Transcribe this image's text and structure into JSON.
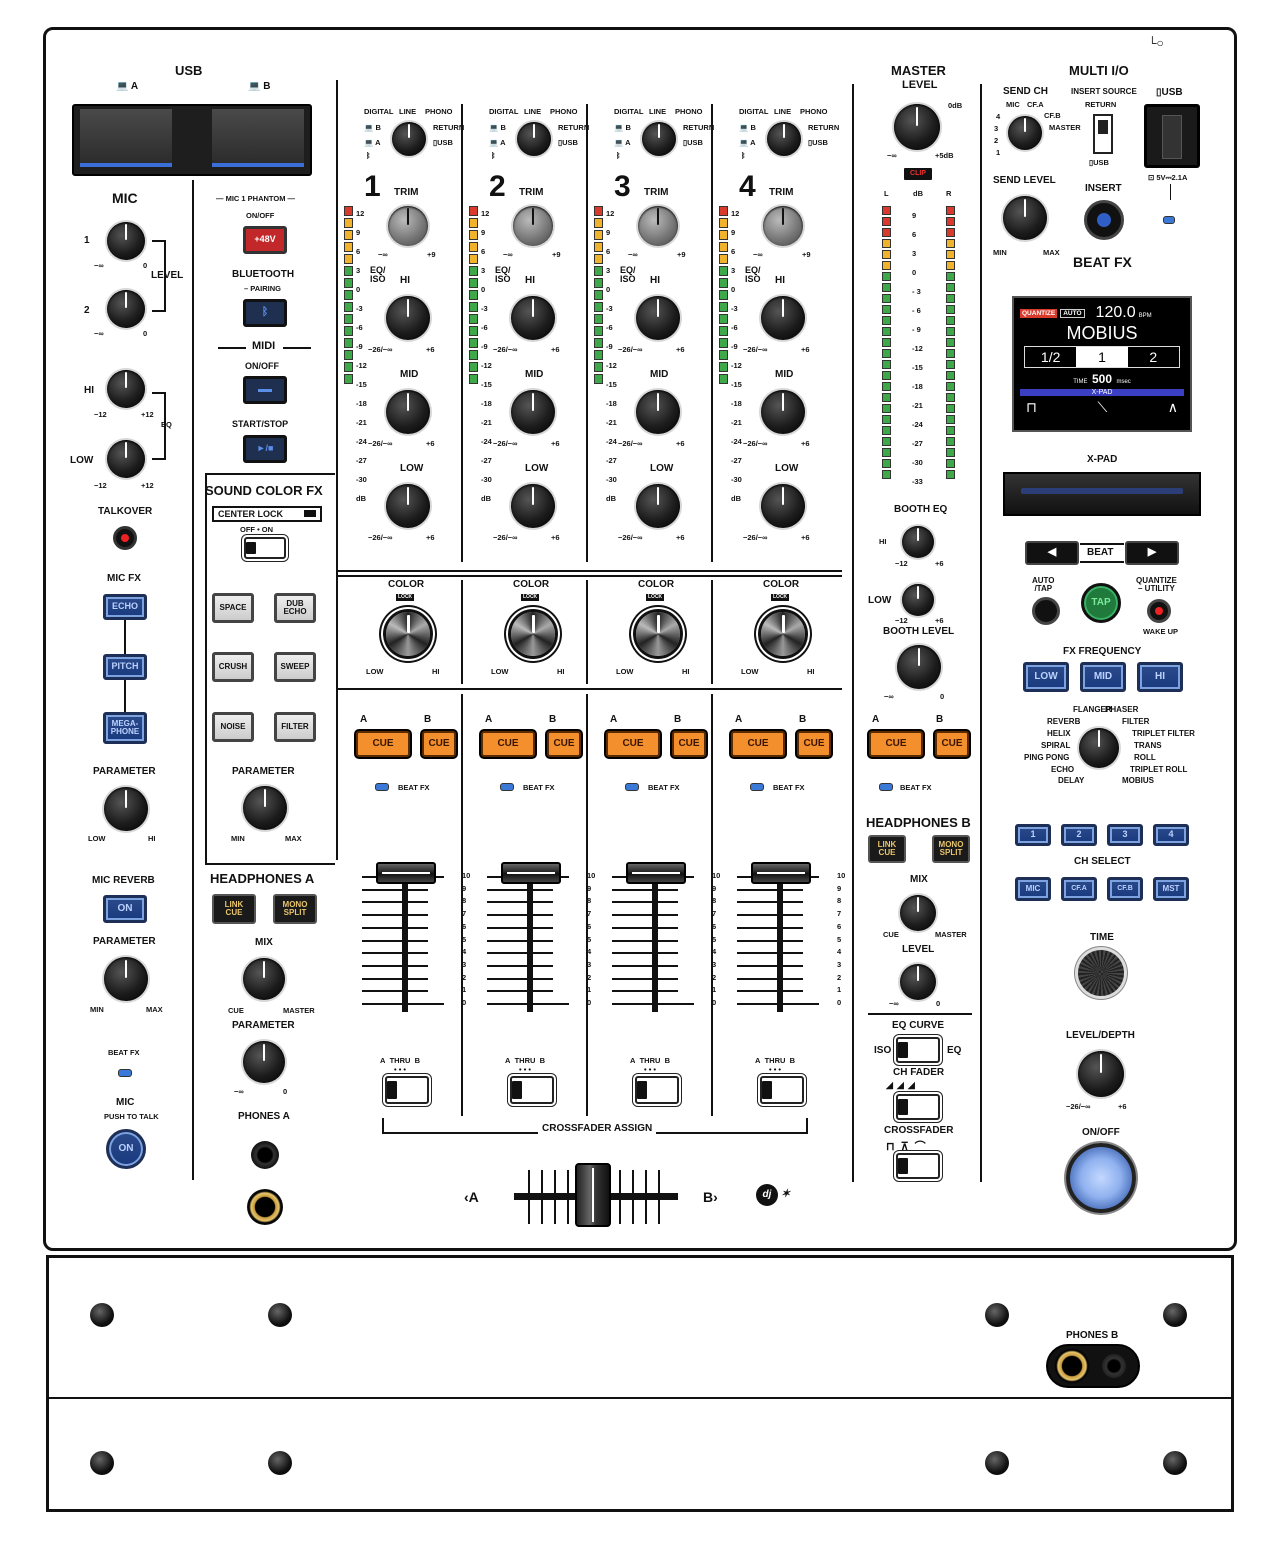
{
  "usb": {
    "title": "USB",
    "port_a": "A",
    "port_b": "B"
  },
  "mic": {
    "title": "MIC",
    "ch1": "1",
    "ch2": "2",
    "level": "LEVEL",
    "hi": "HI",
    "low": "LOW",
    "eq": "EQ",
    "minus12": "−12",
    "plus12": "+12",
    "minus_inf": "−∞",
    "zero": "0",
    "talkover": "TALKOVER",
    "mic_fx": "MIC FX",
    "echo": "ECHO",
    "pitch": "PITCH",
    "megaphone": "MEGA-\nPHONE",
    "parameter": "PARAMETER",
    "low_s": "LOW",
    "hi_s": "HI",
    "reverb": "MIC REVERB",
    "on": "ON",
    "min": "MIN",
    "max": "MAX",
    "beat_fx": "BEAT FX",
    "mic2": "MIC",
    "push_to_talk": "PUSH TO TALK"
  },
  "phantom": {
    "title": "MIC 1 PHANTOM",
    "onoff": "ON/OFF",
    "btn": "+48V"
  },
  "bluetooth": {
    "title": "BLUETOOTH",
    "pairing": "PAIRING"
  },
  "midi": {
    "title": "MIDI",
    "onoff": "ON/OFF",
    "startstop": "START/STOP"
  },
  "sound_color": {
    "title": "SOUND COLOR FX",
    "center_lock": "CENTER LOCK",
    "off": "OFF",
    "on": "ON",
    "space": "SPACE",
    "dub_echo": "DUB\nECHO",
    "crush": "CRUSH",
    "sweep": "SWEEP",
    "noise": "NOISE",
    "filter": "FILTER",
    "parameter": "PARAMETER",
    "min": "MIN",
    "max": "MAX"
  },
  "headphones_a": {
    "title": "HEADPHONES A",
    "link_cue": "LINK\nCUE",
    "mono_split": "MONO\nSPLIT",
    "mix": "MIX",
    "cue": "CUE",
    "master": "MASTER",
    "parameter": "PARAMETER",
    "minus_inf": "−∞",
    "zero": "0",
    "phones": "PHONES A"
  },
  "channels": [
    {
      "num": "1"
    },
    {
      "num": "2"
    },
    {
      "num": "3"
    },
    {
      "num": "4"
    }
  ],
  "channel_labels": {
    "digital": "DIGITAL",
    "line": "LINE",
    "phono": "PHONO",
    "b": "B",
    "a": "A",
    "return": "RETURN",
    "usb": "USB",
    "trim": "TRIM",
    "trim_min": "−∞",
    "trim_max": "+9",
    "eq_iso": "EQ/\nISO",
    "hi": "HI",
    "mid": "MID",
    "low": "LOW",
    "eq_min": "−26/−∞",
    "eq_max": "+6",
    "color": "COLOR",
    "lock": "LOCK",
    "color_low": "LOW",
    "color_hi": "HI",
    "b2": "B",
    "cue": "CUE",
    "beat_fx": "BEAT FX",
    "thru": "THRU"
  },
  "meter_scale": [
    "12",
    "9",
    "6",
    "3",
    "0",
    "-3",
    "-6",
    "-9",
    "-12",
    "-15",
    "-18",
    "-21",
    "-24",
    "-27",
    "-30",
    "dB"
  ],
  "fader_scale": [
    "10",
    "9",
    "8",
    "7",
    "6",
    "5",
    "4",
    "3",
    "2",
    "1",
    "0"
  ],
  "crossfader": {
    "assign": "CROSSFADER ASSIGN",
    "a": "‹A",
    "b": "B›"
  },
  "master": {
    "title": "MASTER",
    "level": "LEVEL",
    "zero_db": "0dB",
    "minus_inf": "−∞",
    "plus5": "+5dB",
    "clip": "CLIP",
    "l": "L",
    "db": "dB",
    "r": "R",
    "scale": [
      "9",
      "6",
      "3",
      "0",
      "- 3",
      "- 6",
      "- 9",
      "-12",
      "-15",
      "-18",
      "-21",
      "-24",
      "-27",
      "-30",
      "-33"
    ],
    "booth_eq": "BOOTH EQ",
    "hi": "HI",
    "low": "LOW",
    "minus12": "−12",
    "plus6": "+6",
    "booth_level": "BOOTH LEVEL",
    "zero": "0",
    "a": "A",
    "b": "B",
    "cue": "CUE",
    "beat_fx": "BEAT FX"
  },
  "headphones_b": {
    "title": "HEADPHONES B",
    "link_cue": "LINK\nCUE",
    "mono_split": "MONO\nSPLIT",
    "mix": "MIX",
    "cue": "CUE",
    "master": "MASTER",
    "level": "LEVEL",
    "minus_inf": "−∞",
    "zero": "0"
  },
  "curve": {
    "eq_curve": "EQ CURVE",
    "iso": "ISO",
    "eq": "EQ",
    "ch_fader": "CH FADER",
    "crossfader": "CROSSFADER"
  },
  "multi_io": {
    "title": "MULTI I/O",
    "send_ch": "SEND CH",
    "mic": "MIC",
    "cfa": "CF.A",
    "cfb": "CF.B",
    "master": "MASTER",
    "n1": "1",
    "n2": "2",
    "n3": "3",
    "n4": "4",
    "insert_source": "INSERT SOURCE",
    "return": "RETURN",
    "usb": "USB",
    "usb_port": "USB",
    "power": "5V⎓2.1A",
    "send_level": "SEND LEVEL",
    "min": "MIN",
    "max": "MAX",
    "insert": "INSERT"
  },
  "beat_fx": {
    "title": "BEAT FX",
    "screen": {
      "quantize": "QUANTIZE",
      "auto": "AUTO",
      "bpm": "120.0",
      "bpm_unit": "BPM",
      "effect": "MOBIUS",
      "beat_left": "1/2",
      "beat_mid": "1",
      "beat_right": "2",
      "time_label": "TIME",
      "time_value": "500",
      "time_unit": "msec",
      "xpad": "X-PAD"
    },
    "xpad": "X-PAD",
    "beat": "BEAT",
    "auto_tap": "AUTO\n/TAP",
    "tap": "TAP",
    "quantize": "QUANTIZE\n– UTILITY",
    "wake_up": "WAKE UP",
    "fx_frequency": "FX FREQUENCY",
    "low": "LOW",
    "mid": "MID",
    "hi": "HI",
    "effects_left": [
      "REVERB",
      "HELIX",
      "SPIRAL",
      "PING PONG",
      "ECHO",
      "DELAY"
    ],
    "effects_top": [
      "FLANGER",
      "PHASER"
    ],
    "effects_right": [
      "FILTER",
      "TRIPLET FILTER",
      "TRANS",
      "ROLL",
      "TRIPLET ROLL",
      "MOBIUS"
    ],
    "ch1": "1",
    "ch2": "2",
    "ch3": "3",
    "ch4": "4",
    "ch_select": "CH SELECT",
    "mic": "MIC",
    "cfa": "CF.A",
    "cfb": "CF.B",
    "mst": "MST",
    "time": "TIME",
    "level_depth": "LEVEL/DEPTH",
    "ld_min": "−26/−∞",
    "ld_max": "+6",
    "onoff": "ON/OFF"
  },
  "front": {
    "phones_b": "PHONES B"
  },
  "colors": {
    "accent_blue": "#2a4a8a",
    "orange": "#f48f2e",
    "red": "#c2282a",
    "led_blue": "#3a79d8"
  }
}
